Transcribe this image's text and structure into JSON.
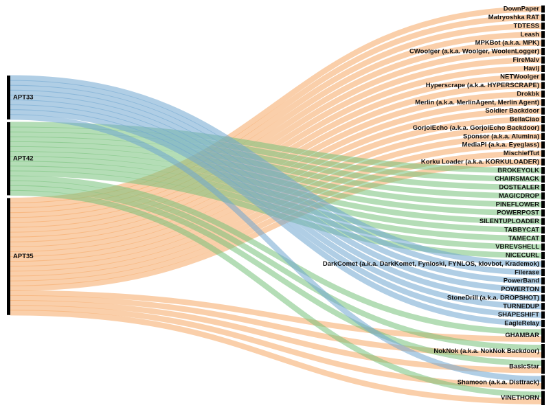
{
  "diagram": {
    "type": "sankey",
    "colors": {
      "APT33": "#6fa5cf",
      "APT42": "#77c17a",
      "APT35": "#f6a865",
      "node": "#000000"
    },
    "sources": [
      {
        "id": "APT33",
        "label": "APT33"
      },
      {
        "id": "APT42",
        "label": "APT42"
      },
      {
        "id": "APT35",
        "label": "APT35"
      }
    ],
    "targets": [
      {
        "label": "DownPaper",
        "flows": [
          [
            "APT35",
            1
          ]
        ]
      },
      {
        "label": "Matryoshka RAT",
        "flows": [
          [
            "APT35",
            1
          ]
        ]
      },
      {
        "label": "TDTESS",
        "flows": [
          [
            "APT35",
            1
          ]
        ]
      },
      {
        "label": "Leash",
        "flows": [
          [
            "APT35",
            1
          ]
        ]
      },
      {
        "label": "MPKBot (a.k.a. MPK)",
        "flows": [
          [
            "APT35",
            1
          ]
        ]
      },
      {
        "label": "CWoolger (a.k.a. Woolger, WoolenLogger)",
        "flows": [
          [
            "APT35",
            1
          ]
        ]
      },
      {
        "label": "FireMalv",
        "flows": [
          [
            "APT35",
            1
          ]
        ]
      },
      {
        "label": "Havij",
        "flows": [
          [
            "APT35",
            1
          ]
        ]
      },
      {
        "label": "NETWoolger",
        "flows": [
          [
            "APT35",
            1
          ]
        ]
      },
      {
        "label": "Hyperscrape (a.k.a. HYPERSCRAPE)",
        "flows": [
          [
            "APT35",
            1
          ]
        ]
      },
      {
        "label": "Drokbk",
        "flows": [
          [
            "APT35",
            1
          ]
        ]
      },
      {
        "label": "Merlin (a.k.a. MerlinAgent, Merlin Agent)",
        "flows": [
          [
            "APT35",
            1
          ]
        ]
      },
      {
        "label": "Soldier Backdoor",
        "flows": [
          [
            "APT35",
            1
          ]
        ]
      },
      {
        "label": "BellaCiao",
        "flows": [
          [
            "APT35",
            1
          ]
        ]
      },
      {
        "label": "GorjolEcho (a.k.a. GorjolEcho Backdoor)",
        "flows": [
          [
            "APT35",
            1
          ]
        ]
      },
      {
        "label": "Sponsor (a.k.a. Alumina)",
        "flows": [
          [
            "APT35",
            1
          ]
        ]
      },
      {
        "label": "MediaPl (a.k.a. Eyeglass)",
        "flows": [
          [
            "APT35",
            1
          ]
        ]
      },
      {
        "label": "MischiefTut",
        "flows": [
          [
            "APT35",
            1
          ]
        ]
      },
      {
        "label": "Korku Loader (a.k.a. KORKULOADER)",
        "flows": [
          [
            "APT35",
            1
          ]
        ]
      },
      {
        "label": "BROKEYOLK",
        "flows": [
          [
            "APT42",
            1
          ]
        ]
      },
      {
        "label": "CHAIRSMACK",
        "flows": [
          [
            "APT42",
            1
          ]
        ]
      },
      {
        "label": "DOSTEALER",
        "flows": [
          [
            "APT42",
            1
          ]
        ]
      },
      {
        "label": "MAGICDROP",
        "flows": [
          [
            "APT42",
            1
          ]
        ]
      },
      {
        "label": "PINEFLOWER",
        "flows": [
          [
            "APT42",
            1
          ]
        ]
      },
      {
        "label": "POWERPOST",
        "flows": [
          [
            "APT42",
            1
          ]
        ]
      },
      {
        "label": "SILENTUPLOADER",
        "flows": [
          [
            "APT42",
            1
          ]
        ]
      },
      {
        "label": "TABBYCAT",
        "flows": [
          [
            "APT42",
            1
          ]
        ]
      },
      {
        "label": "TAMECAT",
        "flows": [
          [
            "APT42",
            1
          ]
        ]
      },
      {
        "label": "VBREVSHELL",
        "flows": [
          [
            "APT42",
            1
          ]
        ]
      },
      {
        "label": "NICECURL",
        "flows": [
          [
            "APT42",
            1
          ]
        ]
      },
      {
        "label": "DarkComet (a.k.a. DarkKomet, Fynloski, FYNLOS, klovbot, Krademok)",
        "flows": [
          [
            "APT33",
            1
          ]
        ]
      },
      {
        "label": "Filerase",
        "flows": [
          [
            "APT33",
            1
          ]
        ]
      },
      {
        "label": "PowerBand",
        "flows": [
          [
            "APT33",
            1
          ]
        ]
      },
      {
        "label": "POWERTON",
        "flows": [
          [
            "APT33",
            1
          ]
        ]
      },
      {
        "label": "StoneDrill (a.k.a. DROPSHOT)",
        "flows": [
          [
            "APT33",
            1
          ]
        ]
      },
      {
        "label": "TURNEDUP",
        "flows": [
          [
            "APT33",
            1
          ]
        ]
      },
      {
        "label": "SHAPESHIFT",
        "flows": [
          [
            "APT33",
            1
          ]
        ]
      },
      {
        "label": "EagleRelay",
        "flows": [
          [
            "APT33",
            1
          ]
        ]
      },
      {
        "label": "GHAMBAR",
        "flows": [
          [
            "APT42",
            1
          ],
          [
            "APT35",
            1
          ]
        ]
      },
      {
        "label": "NokNok (a.k.a. NokNok Backdoor)",
        "flows": [
          [
            "APT42",
            1
          ],
          [
            "APT35",
            1
          ]
        ]
      },
      {
        "label": "BasicStar",
        "flows": [
          [
            "APT42",
            1
          ],
          [
            "APT35",
            1
          ]
        ]
      },
      {
        "label": "Shamoon (a.k.a. Disttrack)",
        "flows": [
          [
            "APT33",
            1
          ],
          [
            "APT35",
            1
          ]
        ]
      },
      {
        "label": "VINETHORN",
        "flows": [
          [
            "APT42",
            1
          ],
          [
            "APT35",
            1
          ]
        ]
      }
    ]
  }
}
